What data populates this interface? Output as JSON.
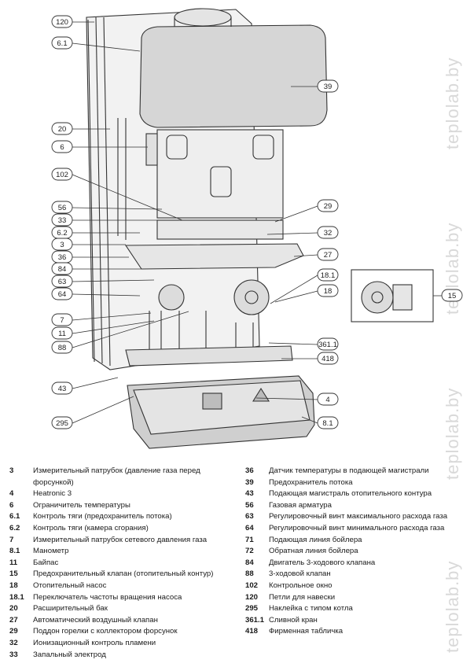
{
  "watermark": "teplolab.by",
  "callouts": [
    "120",
    "6.1",
    "39",
    "20",
    "6",
    "102",
    "56",
    "29",
    "33",
    "6.2",
    "32",
    "3",
    "27",
    "36",
    "84",
    "18.1",
    "63",
    "18",
    "15",
    "64",
    "7",
    "11",
    "361.1",
    "88",
    "418",
    "43",
    "4",
    "295",
    "8.1"
  ],
  "legend_left": [
    {
      "num": "3",
      "text": "Измерительный патрубок (давление газа перед форсункой)"
    },
    {
      "num": "4",
      "text": "Heatronic 3"
    },
    {
      "num": "6",
      "text": "Ограничитель температуры"
    },
    {
      "num": "6.1",
      "text": "Контроль тяги (предохранитель потока)"
    },
    {
      "num": "6.2",
      "text": "Контроль тяги (камера сгорания)"
    },
    {
      "num": "7",
      "text": "Измерительный патрубок сетевого давления газа"
    },
    {
      "num": "8.1",
      "text": "Манометр"
    },
    {
      "num": "11",
      "text": "Байпас"
    },
    {
      "num": "15",
      "text": "Предохранительный клапан (отопительный контур)"
    },
    {
      "num": "18",
      "text": "Отопительный насос"
    },
    {
      "num": "18.1",
      "text": "Переключатель частоты вращения насоса"
    },
    {
      "num": "20",
      "text": "Расширительный бак"
    },
    {
      "num": "27",
      "text": "Автоматический воздушный клапан"
    },
    {
      "num": "29",
      "text": "Поддон горелки с коллектором форсунок"
    },
    {
      "num": "32",
      "text": "Ионизационный контроль пламени"
    },
    {
      "num": "33",
      "text": "Запальный электрод"
    }
  ],
  "legend_right": [
    {
      "num": "36",
      "text": "Датчик температуры в подающей магистрали"
    },
    {
      "num": "39",
      "text": "Предохранитель потока"
    },
    {
      "num": "43",
      "text": "Подающая магистраль отопительного контура"
    },
    {
      "num": "56",
      "text": "Газовая арматура"
    },
    {
      "num": "63",
      "text": "Регулировочный винт максимального расхода газа"
    },
    {
      "num": "64",
      "text": "Регулировочный винт минимального расхода газа"
    },
    {
      "num": "71",
      "text": "Подающая линия бойлера"
    },
    {
      "num": "72",
      "text": "Обратная линия бойлера"
    },
    {
      "num": "84",
      "text": "Двигатель 3-ходового клапана"
    },
    {
      "num": "88",
      "text": "3-ходовой клапан"
    },
    {
      "num": "102",
      "text": "Контрольное окно"
    },
    {
      "num": "120",
      "text": "Петли для навески"
    },
    {
      "num": "295",
      "text": "Наклейка с типом котла"
    },
    {
      "num": "361.1",
      "text": "Сливной кран"
    },
    {
      "num": "418",
      "text": "Фирменная табличка"
    }
  ]
}
